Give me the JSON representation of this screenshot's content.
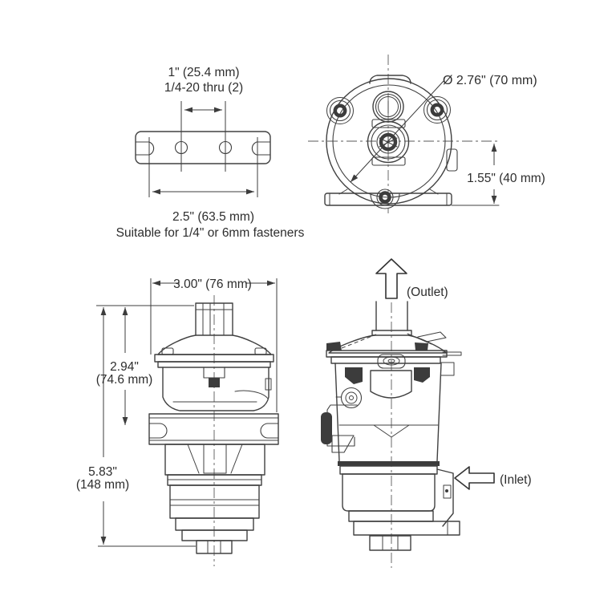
{
  "colors": {
    "background": "#ffffff",
    "line": "#404040",
    "text": "#2d2d2d"
  },
  "views": {
    "bracket_top": {
      "dim_hole_spacing": "1\" (25.4 mm)",
      "thread_spec": "1/4-20 thru (2)",
      "dim_slot_spacing": "2.5\" (63.5 mm)",
      "fastener_note": "Suitable for 1/4\" or 6mm fasteners"
    },
    "front": {
      "dim_diameter": "Ø 2.76\" (70 mm)",
      "dim_center_to_base": "1.55\" (40 mm)"
    },
    "side": {
      "dim_width": "3.00\" (76 mm)",
      "dim_upper_height_in": "2.94\"",
      "dim_upper_height_mm": "(74.6 mm)",
      "dim_overall_height_in": "5.83\"",
      "dim_overall_height_mm": "(148 mm)"
    },
    "ports": {
      "outlet_label": "(Outlet)",
      "inlet_label": "(Inlet)"
    }
  }
}
